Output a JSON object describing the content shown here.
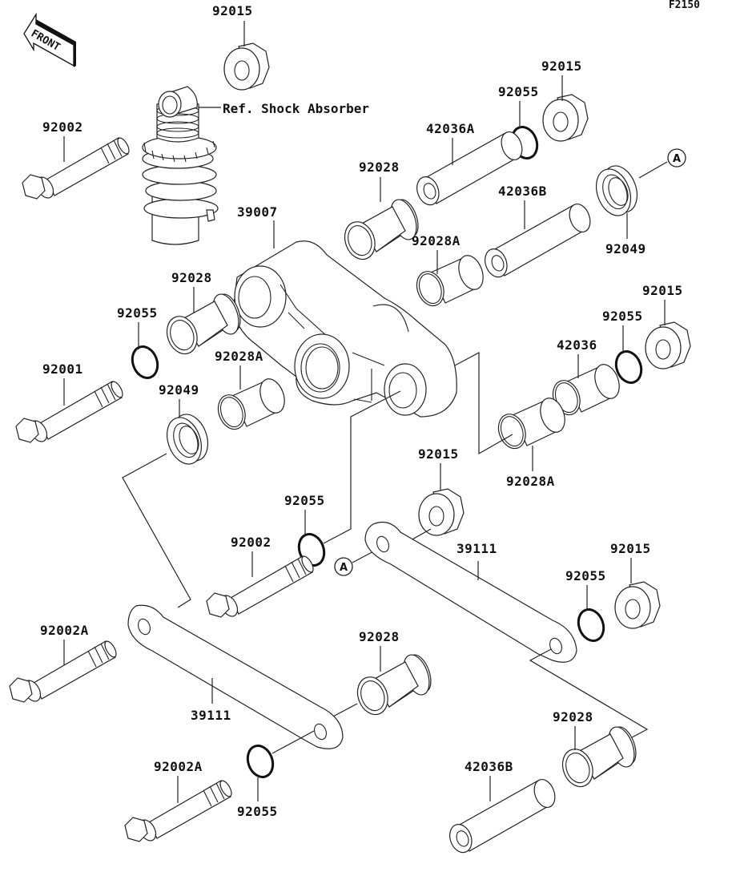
{
  "diagram": {
    "figure_code": "F2150",
    "front_arrow_label": "FRONT",
    "reference_label": "Ref. Shock Absorber",
    "reference_markers": [
      "A",
      "A"
    ],
    "callouts": [
      {
        "id": "c01",
        "part_no": "92015"
      },
      {
        "id": "c02",
        "part_no": "92002"
      },
      {
        "id": "c03",
        "part_no": "92015"
      },
      {
        "id": "c04",
        "part_no": "92055"
      },
      {
        "id": "c05",
        "part_no": "42036A"
      },
      {
        "id": "c06",
        "part_no": "92028"
      },
      {
        "id": "c07",
        "part_no": "42036B"
      },
      {
        "id": "c08",
        "part_no": "92049"
      },
      {
        "id": "c09",
        "part_no": "39007"
      },
      {
        "id": "c10",
        "part_no": "92028A"
      },
      {
        "id": "c11",
        "part_no": "92028"
      },
      {
        "id": "c12",
        "part_no": "92055"
      },
      {
        "id": "c13",
        "part_no": "92001"
      },
      {
        "id": "c14",
        "part_no": "92028A"
      },
      {
        "id": "c15",
        "part_no": "92049"
      },
      {
        "id": "c16",
        "part_no": "92015"
      },
      {
        "id": "c17",
        "part_no": "92055"
      },
      {
        "id": "c18",
        "part_no": "42036"
      },
      {
        "id": "c19",
        "part_no": "92028A"
      },
      {
        "id": "c20",
        "part_no": "92015"
      },
      {
        "id": "c21",
        "part_no": "92055"
      },
      {
        "id": "c22",
        "part_no": "92002"
      },
      {
        "id": "c23",
        "part_no": "39111"
      },
      {
        "id": "c24",
        "part_no": "92015"
      },
      {
        "id": "c25",
        "part_no": "92055"
      },
      {
        "id": "c26",
        "part_no": "92002A"
      },
      {
        "id": "c27",
        "part_no": "92028"
      },
      {
        "id": "c28",
        "part_no": "39111"
      },
      {
        "id": "c29",
        "part_no": "92028"
      },
      {
        "id": "c30",
        "part_no": "92002A"
      },
      {
        "id": "c31",
        "part_no": "42036B"
      },
      {
        "id": "c32",
        "part_no": "92055"
      }
    ]
  }
}
